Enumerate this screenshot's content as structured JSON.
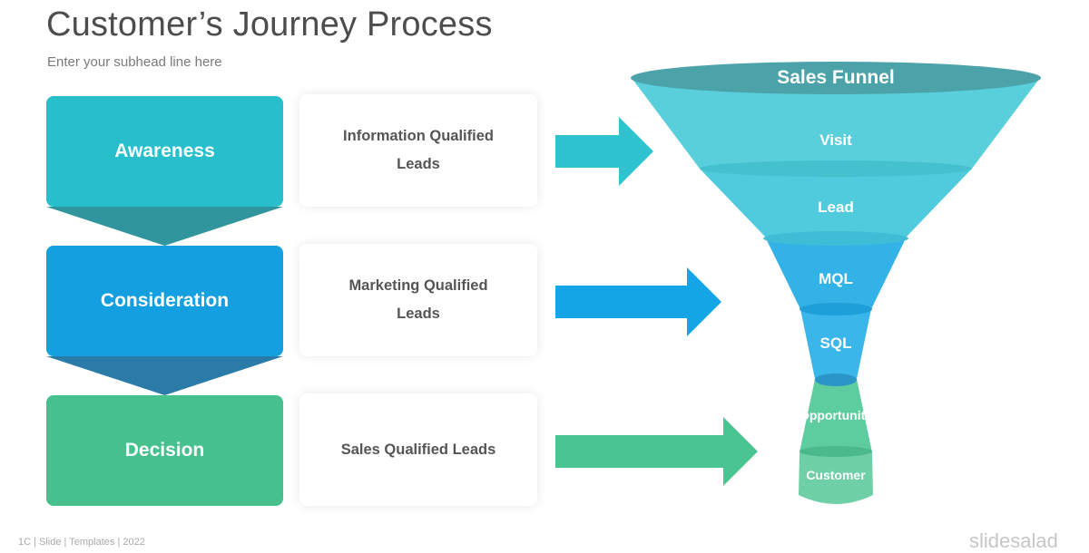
{
  "header": {
    "title": "Customer’s Journey Process",
    "subtitle": "Enter your subhead line here"
  },
  "colors": {
    "awareness": "#26bfcb",
    "consideration": "#149fe0",
    "decision": "#46c08d",
    "funnel_top": "#4ba3a9"
  },
  "stages": [
    {
      "label": "Awareness",
      "description": "Information Qualified Leads"
    },
    {
      "label": "Consideration",
      "description": "Marketing Qualified Leads"
    },
    {
      "label": "Decision",
      "description": "Sales Qualified Leads"
    }
  ],
  "funnel": {
    "title": "Sales Funnel",
    "levels": [
      "Visit",
      "Lead",
      "MQL",
      "SQL",
      "Opportunity",
      "Customer"
    ]
  },
  "footer": {
    "left": "1C | Slide | Templates | 2022",
    "right": "slidesalad"
  }
}
